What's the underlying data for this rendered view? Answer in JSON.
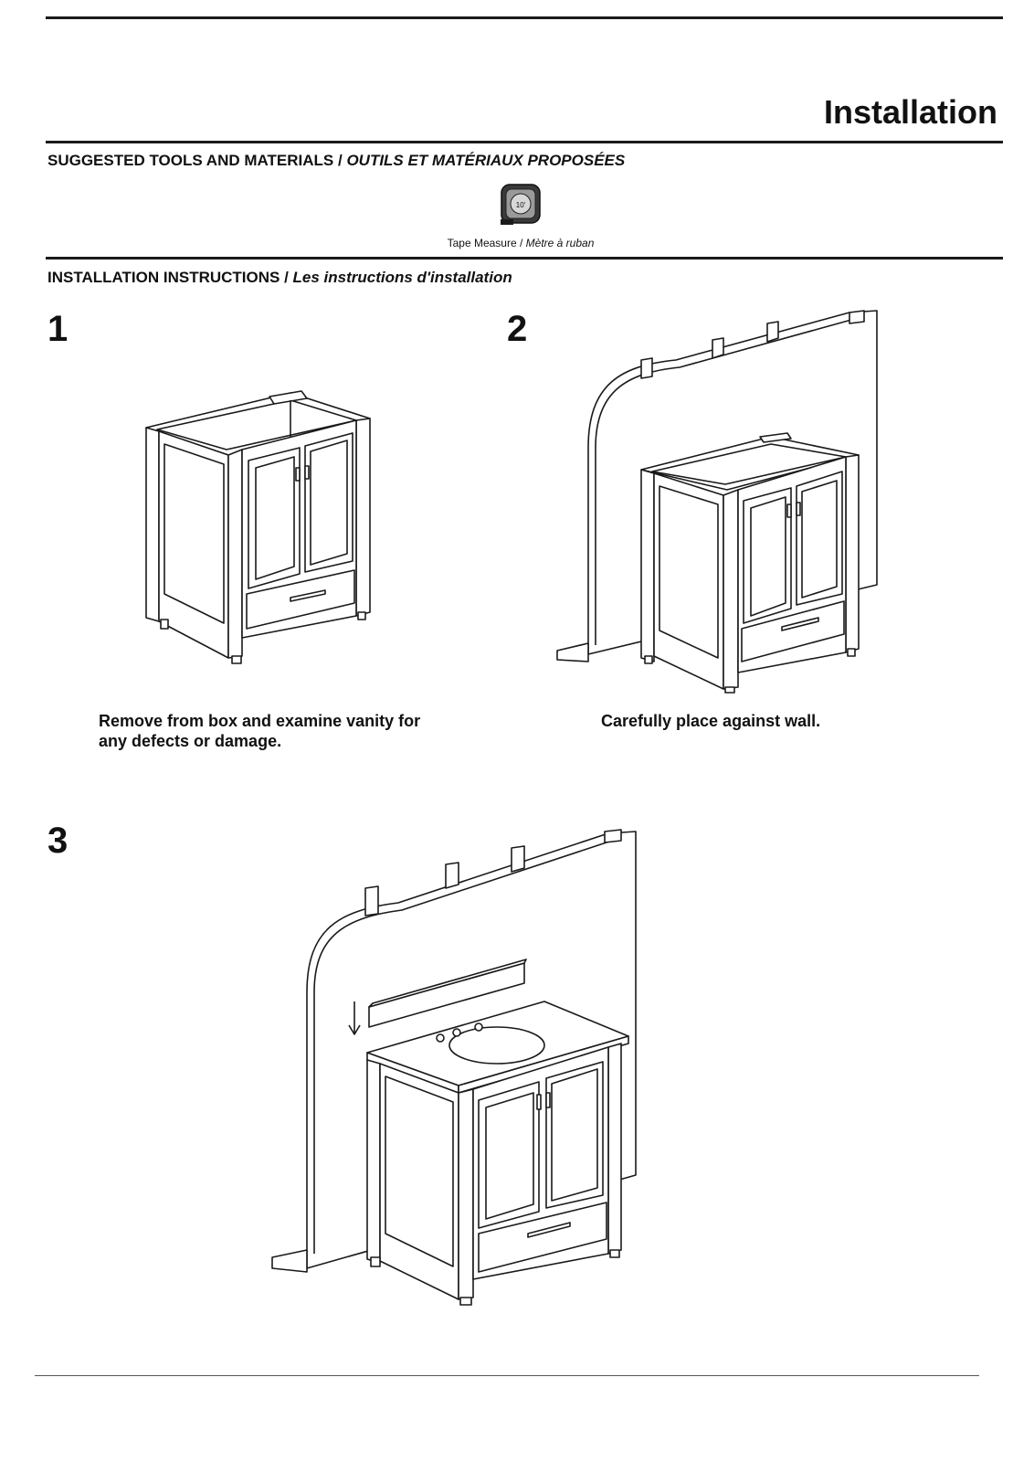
{
  "page": {
    "title": "Installation"
  },
  "tools_section": {
    "heading_en": "SUGGESTED TOOLS AND MATERIALS / ",
    "heading_fr": "OUTILS ET MATÉRIAUX PROPOSÉES",
    "tools": [
      {
        "icon": "tape-measure-icon",
        "icon_text": "10'",
        "label_en": "Tape Measure / ",
        "label_fr": "Mètre à ruban"
      }
    ]
  },
  "instructions_section": {
    "heading_en": "INSTALLATION INSTRUCTIONS / ",
    "heading_fr": "Les instructions d'installation"
  },
  "steps": [
    {
      "number": "1",
      "caption_line1": "Remove  from box and examine vanity for",
      "caption_line2": "any defects or damage."
    },
    {
      "number": "2",
      "caption_line1": "Carefully place against wall.",
      "caption_line2": ""
    },
    {
      "number": "3",
      "caption_line1": "",
      "caption_line2": ""
    }
  ]
}
